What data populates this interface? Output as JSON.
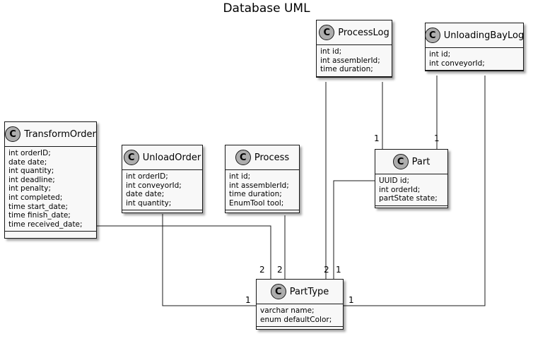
{
  "title": "Database UML",
  "classes": {
    "process_log": {
      "name": "ProcessLog",
      "badge": "C",
      "fields": [
        "int id;",
        "int assemblerId;",
        "time duration;"
      ]
    },
    "unloading_bay_log": {
      "name": "UnloadingBayLog",
      "badge": "C",
      "fields": [
        "int id;",
        "int conveyorId;"
      ]
    },
    "transform_order": {
      "name": "TransformOrder",
      "badge": "C",
      "fields": [
        "int orderID;",
        "date date;",
        "int quantity;",
        "int deadline;",
        "int penalty;",
        "int completed;",
        "time start_date;",
        "time finish_date;",
        "time received_date;"
      ]
    },
    "unload_order": {
      "name": "UnloadOrder",
      "badge": "C",
      "fields": [
        "int orderID;",
        "int conveyorId;",
        "date date;",
        "int quantity;"
      ]
    },
    "process": {
      "name": "Process",
      "badge": "C",
      "fields": [
        "int id;",
        "int assemblerId;",
        "time duration;",
        "EnumTool tool;"
      ]
    },
    "part": {
      "name": "Part",
      "badge": "C",
      "fields": [
        "UUID id;",
        "int orderId;",
        "partState state;"
      ]
    },
    "part_type": {
      "name": "PartType",
      "badge": "C",
      "fields": [
        "varchar name;",
        "enum defaultColor;"
      ]
    }
  },
  "multiplicities": {
    "processlog_part": "1",
    "unloadingbay_part": "1",
    "transform_parttype": "2",
    "process_parttype": "2",
    "processlog_parttype": "2",
    "part_parttype": "1",
    "unload_parttype": "1",
    "unloadingbay_parttype": "1"
  }
}
